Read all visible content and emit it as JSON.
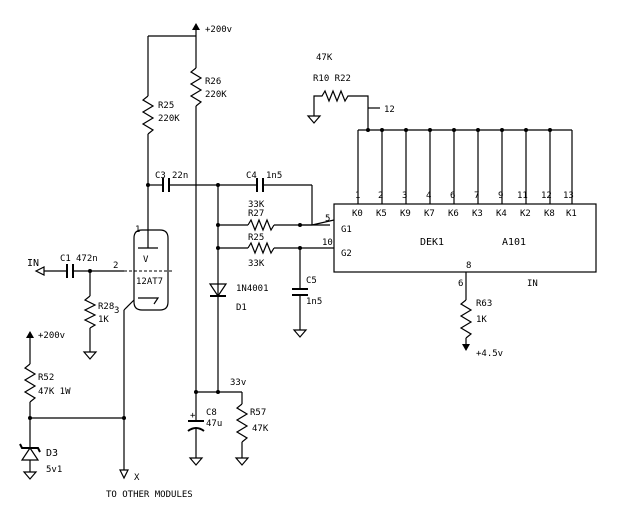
{
  "supply": {
    "top": "+200v",
    "left": "+200v",
    "bias": "+4.5v"
  },
  "tube": {
    "ref": "12AT7",
    "pin1": "1",
    "pin2": "2",
    "pin3": "3",
    "v": "V"
  },
  "resistors": {
    "r26": {
      "ref": "R26",
      "value": "220K"
    },
    "r25": {
      "ref": "R25",
      "value": "220K"
    },
    "r28": {
      "ref": "R28",
      "value": "1K"
    },
    "r52": {
      "ref": "R52",
      "value": "47K 1W"
    },
    "rtop": {
      "ref": "R10 R22",
      "value": "47K"
    },
    "rg1": {
      "ref": "R27",
      "value": "33K"
    },
    "rg2": {
      "ref": "R25",
      "value": "33K"
    },
    "r63": {
      "ref": "R63",
      "value": "1K"
    },
    "rc3": {
      "ref": "R57",
      "value": "47K"
    }
  },
  "caps": {
    "c1": {
      "ref": "C1",
      "value": "472n"
    },
    "c3": {
      "ref": "C3",
      "value": "22n"
    },
    "c4": {
      "ref": "C4",
      "value": "1n5"
    },
    "c5": {
      "ref": "C5",
      "value": "1n5"
    },
    "c8": {
      "ref": "C8",
      "value": "47u"
    }
  },
  "diodes": {
    "d1": {
      "ref": "D1",
      "value": "1N4001"
    },
    "d3": {
      "ref": "D3",
      "value": "5v1"
    }
  },
  "ic": {
    "name": "DEK1",
    "part": "A101",
    "pin12": "12",
    "pin_nums": [
      "1",
      "2",
      "3",
      "4",
      "6",
      "7",
      "9",
      "11",
      "12",
      "13"
    ],
    "key_labels": [
      "K0",
      "K5",
      "K9",
      "K7",
      "K6",
      "K3",
      "K4",
      "K2",
      "K8",
      "K1"
    ],
    "g1": "G1",
    "g2": "G2",
    "pin5": "5",
    "pin10": "10",
    "pin8": "8",
    "pin8b": "6",
    "in_label": "IN"
  },
  "labels": {
    "in": "IN",
    "node": "33v",
    "x": "X",
    "footer": "TO OTHER MODULES"
  }
}
